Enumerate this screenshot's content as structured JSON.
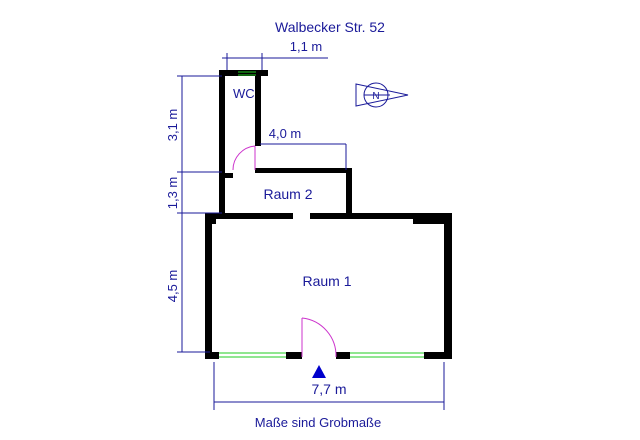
{
  "plan": {
    "street": "Walbecker Str. 52",
    "note": "Maße sind Grobmaße",
    "rooms": {
      "wc": "WC",
      "room2": "Raum 2",
      "room1": "Raum 1"
    },
    "dimensions": {
      "wc_width": "1,1 m",
      "room2_width": "4,0 m",
      "wc_height": "3,1 m",
      "corridor_height": "1,3 m",
      "room1_height": "4,5 m",
      "total_width": "7,7 m"
    },
    "compass_label": "N"
  },
  "colors": {
    "label": "#1a1a99",
    "wall": "#000000",
    "window": "#22cc22",
    "door": "#cc33cc",
    "entrance": "#0000cc"
  }
}
